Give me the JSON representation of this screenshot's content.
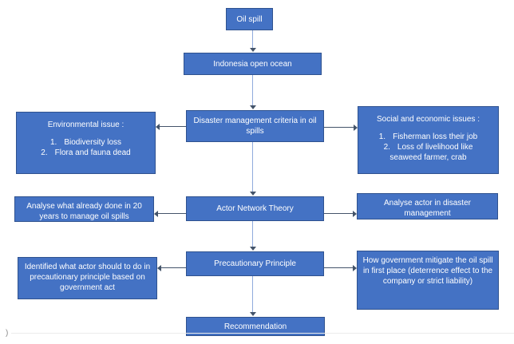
{
  "diagram": {
    "nodes": {
      "oil_spill": {
        "label": "Oil spill"
      },
      "indonesia": {
        "label": "Indonesia open ocean"
      },
      "disaster_criteria": {
        "label": "Disaster management criteria in oil spills"
      },
      "environmental": {
        "heading": "Environmental issue :",
        "items": [
          {
            "num": "1.",
            "text": "Biodiversity loss"
          },
          {
            "num": "2.",
            "text": "Flora and fauna dead"
          }
        ]
      },
      "social_economic": {
        "heading": "Social and economic issues :",
        "items": [
          {
            "num": "1.",
            "text": "Fisherman loss their job"
          },
          {
            "num": "2.",
            "text": "Loss of livelihood like seaweed farmer, crab"
          }
        ]
      },
      "actor_network": {
        "label": "Actor Network Theory"
      },
      "analyse_history": {
        "label": "Analyse what already done in 20 years to manage oil spills"
      },
      "analyse_actor": {
        "label": "Analyse actor in disaster management"
      },
      "precautionary": {
        "label": "Precautionary Principle"
      },
      "identified_actor": {
        "label": "Identified what actor should to do in precautionary principle based on government act"
      },
      "government_mitigation": {
        "label": "How government mitigate the oil spill in first place  (deterrence effect to the company or strict liability)"
      },
      "recommendation": {
        "label": "Recommendation"
      }
    },
    "colors": {
      "node_fill": "#4472C4",
      "node_border": "#2F528F",
      "node_text": "#FFFFFF",
      "arrow_dark": "#44546A",
      "arrow_light": "#8FAADC"
    },
    "footer_mark": ")"
  }
}
